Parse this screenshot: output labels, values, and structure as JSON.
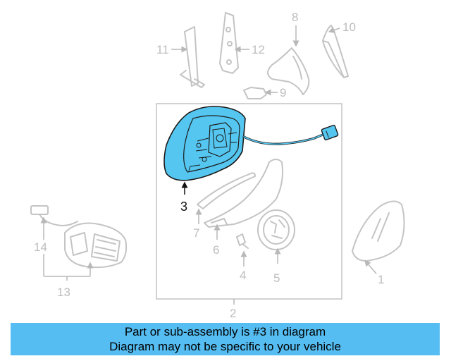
{
  "diagram": {
    "callouts": {
      "c1": "1",
      "c2": "2",
      "c3": "3",
      "c4": "4",
      "c5": "5",
      "c6": "6",
      "c7": "7",
      "c8": "8",
      "c9": "9",
      "c10": "10",
      "c11": "11",
      "c12": "12",
      "c13": "13",
      "c14": "14"
    },
    "colors": {
      "highlight": "#55c6f0",
      "outline": "#1a1a1a",
      "faint": "#c4c4c4",
      "banner": "#55bdf2"
    }
  },
  "banner": {
    "line1": "Part or sub-assembly is #3 in diagram",
    "line2": "Diagram may not be specific to your vehicle"
  }
}
